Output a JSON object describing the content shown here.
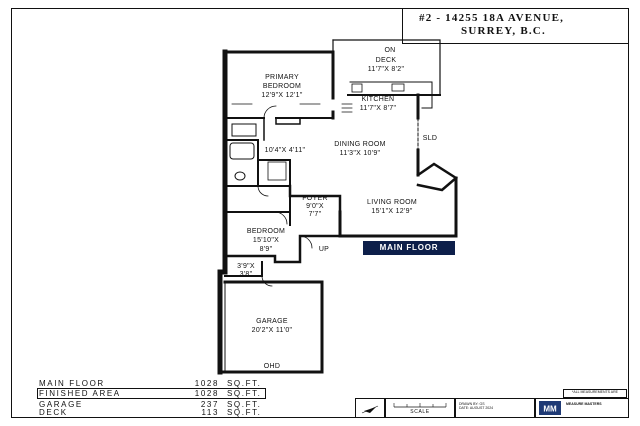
{
  "address": {
    "line1": "#2 - 14255 18A AVENUE,",
    "line2": "SURREY, B.C."
  },
  "rooms": {
    "deck_on": "ON",
    "deck_name": "DECK",
    "deck_dims": "11'7\"X 8'2\"",
    "kitchen_name": "KITCHEN",
    "kitchen_dims": "11'7\"X 8'7\"",
    "primary_name_1": "PRIMARY",
    "primary_name_2": "BEDROOM",
    "primary_dims": "12'9\"X 12'1\"",
    "bath_dims": "10'4\"X 4'11\"",
    "dining_name": "DINING ROOM",
    "dining_dims": "11'3\"X 10'9\"",
    "sld": "SLD",
    "foyer_name": "FOYER",
    "foyer_dims_1": "9'0\"X",
    "foyer_dims_2": "7'7\"",
    "living_name": "LIVING ROOM",
    "living_dims": "15'1\"X 12'9\"",
    "bedroom_name": "BEDROOM",
    "bedroom_dims_1": "15'10\"X",
    "bedroom_dims_2": "8'9\"",
    "up": "UP",
    "storage_dims_1": "3'9\"X",
    "storage_dims_2": "3'8\"",
    "garage_name": "GARAGE",
    "garage_dims": "20'2\"X 11'0\"",
    "ohd": "OHD"
  },
  "floor_tag": "MAIN FLOOR",
  "areas": [
    {
      "label": "MAIN FLOOR",
      "value": "1028",
      "unit": "SQ.FT."
    },
    {
      "label": "FINISHED AREA",
      "value": "1028",
      "unit": "SQ.FT."
    },
    {
      "label": "GARAGE",
      "value": "237",
      "unit": "SQ.FT."
    },
    {
      "label": "DECK",
      "value": "113",
      "unit": "SQ.FT."
    }
  ],
  "footer": {
    "scale_label": "SCALE",
    "drawn_by": "DRAWN BY: GS",
    "date": "DATE: AUGUST 2024",
    "company": "MEASURE MASTERS",
    "logo_text": "MM",
    "disclaimer_1": "*ALL MEASUREMENTS ARE",
    "disclaimer_2": "APPROXIMATE*"
  },
  "icons": [
    "north-arrow-icon",
    "scale-bar-icon",
    "company-logo-icon"
  ]
}
